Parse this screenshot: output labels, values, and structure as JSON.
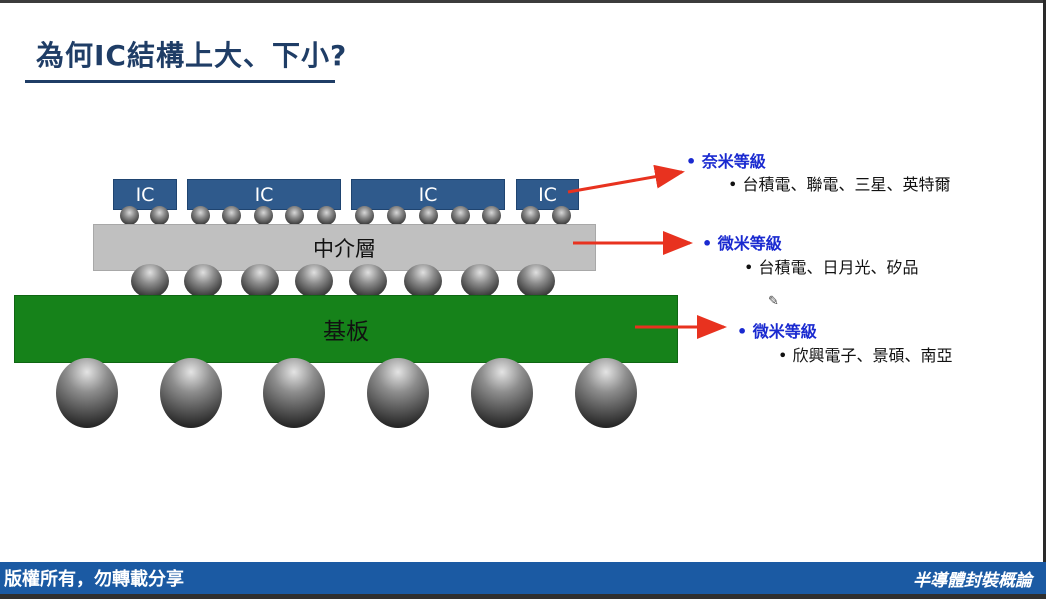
{
  "slide": {
    "title": "為何IC結構上大、下小?",
    "chips": [
      "IC",
      "IC",
      "IC",
      "IC"
    ],
    "interposer_label": "中介層",
    "substrate_label": "基板",
    "annotations": [
      {
        "level": "• 奈米等級",
        "companies": "• 台積電、聯電、三星、英特爾"
      },
      {
        "level": "• 微米等級",
        "companies": "• 台積電、日月光、矽品"
      },
      {
        "level": "• 微米等級",
        "companies": "• 欣興電子、景碩、南亞"
      }
    ],
    "arrow_color": "#e8321f",
    "bullet_color": "#1a2ad0"
  },
  "footer": {
    "left": "版權所有，勿轉載分享",
    "right": "半導體封裝概論"
  },
  "icons": [
    "pencil-cursor-icon"
  ]
}
